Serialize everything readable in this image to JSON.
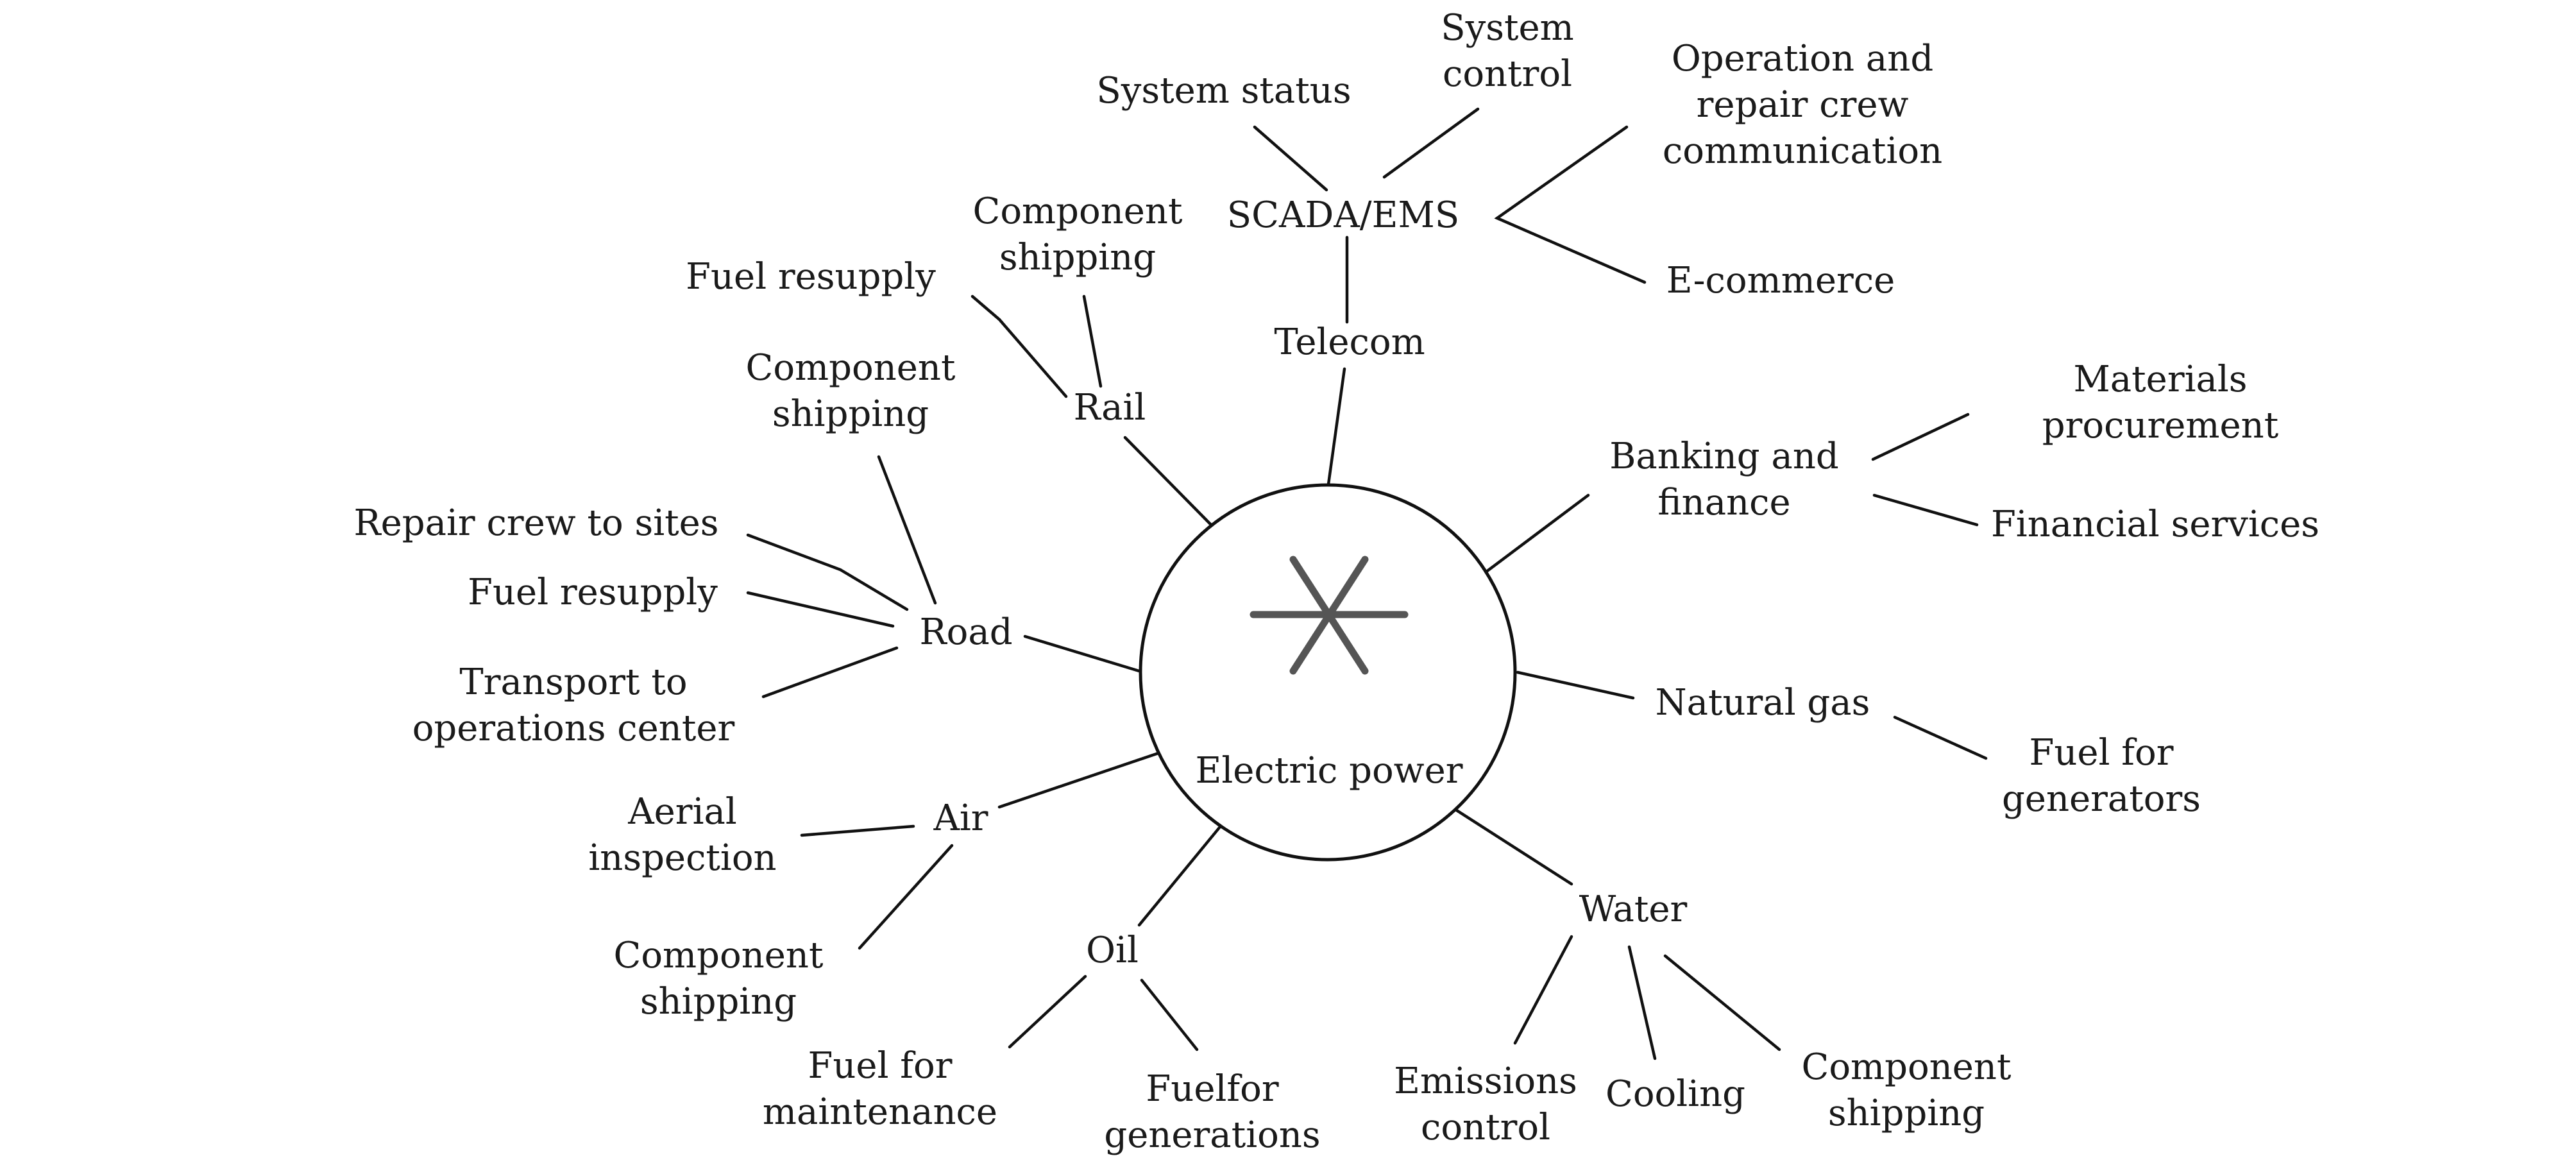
{
  "center": {
    "label": "Electric power",
    "icon": "electric-power-asterisk-icon",
    "icon_color": "#555555"
  },
  "line_color": "#111111",
  "nodes": {
    "telecom": "Telecom",
    "scada": "SCADA/EMS",
    "system_status": "System status",
    "system_control": [
      "System",
      "control"
    ],
    "crew_comm": [
      "Operation and",
      "repair crew",
      "communication"
    ],
    "ecommerce": "E-commerce",
    "banking": [
      "Banking and",
      "finance"
    ],
    "materials": [
      "Materials",
      "procurement"
    ],
    "financial": "Financial services",
    "natural_gas": "Natural gas",
    "fuel_gen": [
      "Fuel for",
      "generators"
    ],
    "water": "Water",
    "emissions": [
      "Emissions",
      "control"
    ],
    "cooling": "Cooling",
    "water_comp": [
      "Component",
      "shipping"
    ],
    "oil": "Oil",
    "fuel_maint": [
      "Fuel for",
      "maintenance"
    ],
    "fuelfor": [
      "Fuelfor",
      "generations"
    ],
    "air": "Air",
    "aerial": [
      "Aerial",
      "inspection"
    ],
    "air_comp": [
      "Component",
      "shipping"
    ],
    "road": "Road",
    "road_comp": [
      "Component",
      "shipping"
    ],
    "repair": "Repair crew to sites",
    "road_fuel": "Fuel resupply",
    "transport": [
      "Transport to",
      "operations center"
    ],
    "rail": "Rail",
    "rail_fuel": "Fuel resupply",
    "rail_comp": [
      "Component",
      "shipping"
    ]
  }
}
